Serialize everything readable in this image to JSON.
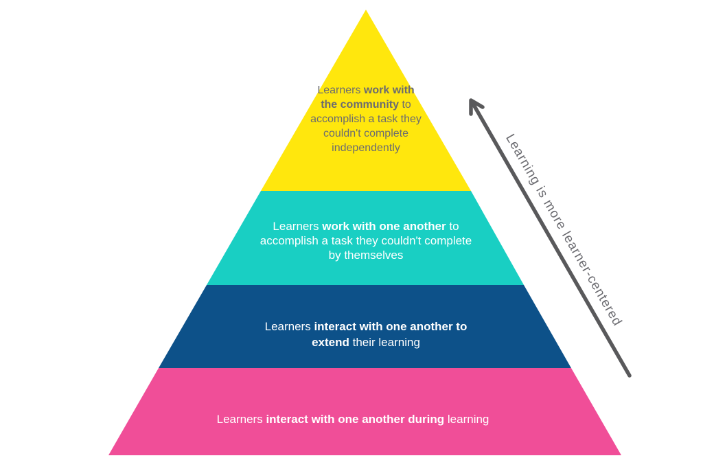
{
  "background": "#ffffff",
  "pyramid": {
    "levels": [
      {
        "id": "work-with-community",
        "color": "#FFE70D",
        "text_color": "#6B6B70",
        "pre": "Learners ",
        "bold": "work with the community",
        "post": " to accomplish a task they couldn't complete independently"
      },
      {
        "id": "work-with-one-another",
        "color": "#19CFC3",
        "text_color": "#FFFFFF",
        "pre": "Learners ",
        "bold": "work with one another",
        "post": " to accomplish a task they couldn't complete by themselves"
      },
      {
        "id": "interact-to-extend",
        "color": "#0D5189",
        "text_color": "#FFFFFF",
        "pre": "Learners ",
        "bold": "interact with one another to extend",
        "post": " their learning"
      },
      {
        "id": "interact-during",
        "color": "#F04E98",
        "text_color": "#FFFFFF",
        "pre": "Learners ",
        "bold": "interact with one another during",
        "post": " learning"
      }
    ]
  },
  "arrow": {
    "label": "Learning is more learner-centered",
    "color": "#59595B",
    "label_color": "#6B6B70"
  }
}
